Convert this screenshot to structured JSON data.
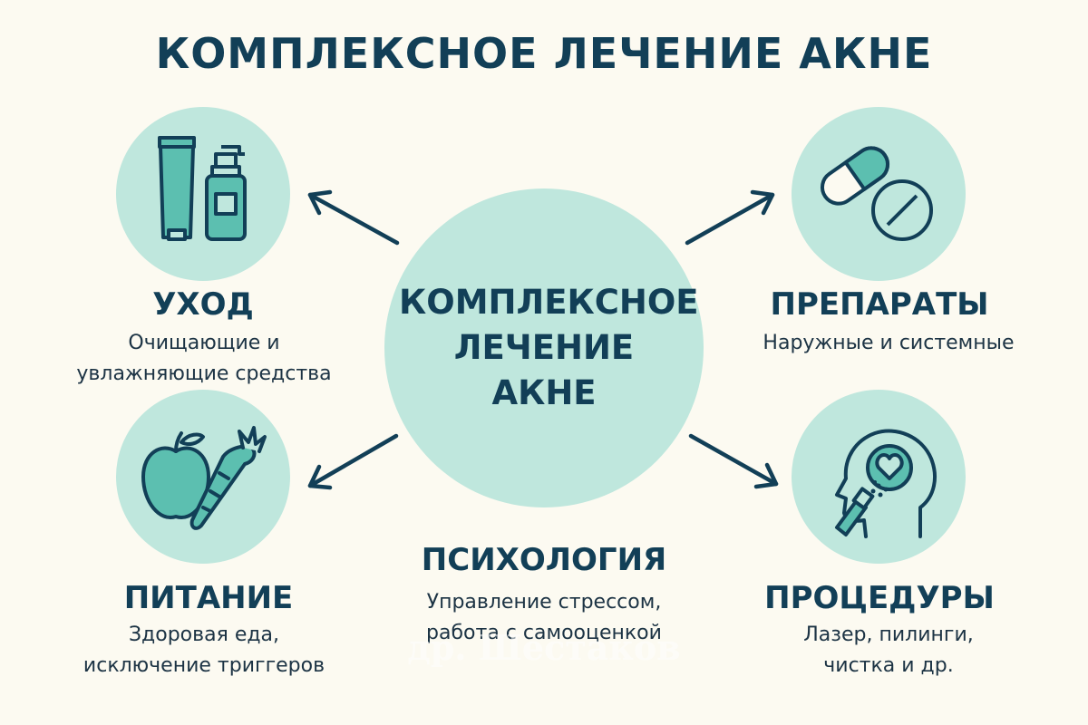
{
  "title": "КОМПЛЕКСНОЕ ЛЕЧЕНИЕ АКНЕ",
  "center": {
    "line1": "КОМПЛЕКСНОЕ",
    "line2": "ЛЕЧЕНИЕ",
    "line3": "АКНЕ"
  },
  "nodes": {
    "care": {
      "title": "УХОД",
      "desc_line1": "Очищающие и",
      "desc_line2": "увлажняющие средства",
      "icon": "tube-and-bottle-icon"
    },
    "drugs": {
      "title": "ПРЕПАРАТЫ",
      "desc_line1": "Наружные и системные",
      "icon": "pills-icon"
    },
    "nutrition": {
      "title": "ПИТАНИЕ",
      "desc_line1": "Здоровая еда,",
      "desc_line2": "исключение триггеров",
      "icon": "apple-carrot-icon"
    },
    "psychology": {
      "title": "ПСИХОЛОГИЯ",
      "desc_line1": "Управление стрессом,",
      "desc_line2": "работа с самооценкой"
    },
    "procedures": {
      "title": "ПРОЦЕДУРЫ",
      "desc_line1": "Лазер, пилинги,",
      "desc_line2": "чистка и др.",
      "icon": "head-heart-device-icon"
    }
  },
  "watermark": "др. Шестаков",
  "colors": {
    "background": "#fcfaf1",
    "circle": "#bfe7dd",
    "icon_fill": "#5cbfb0",
    "stroke": "#123f57"
  }
}
